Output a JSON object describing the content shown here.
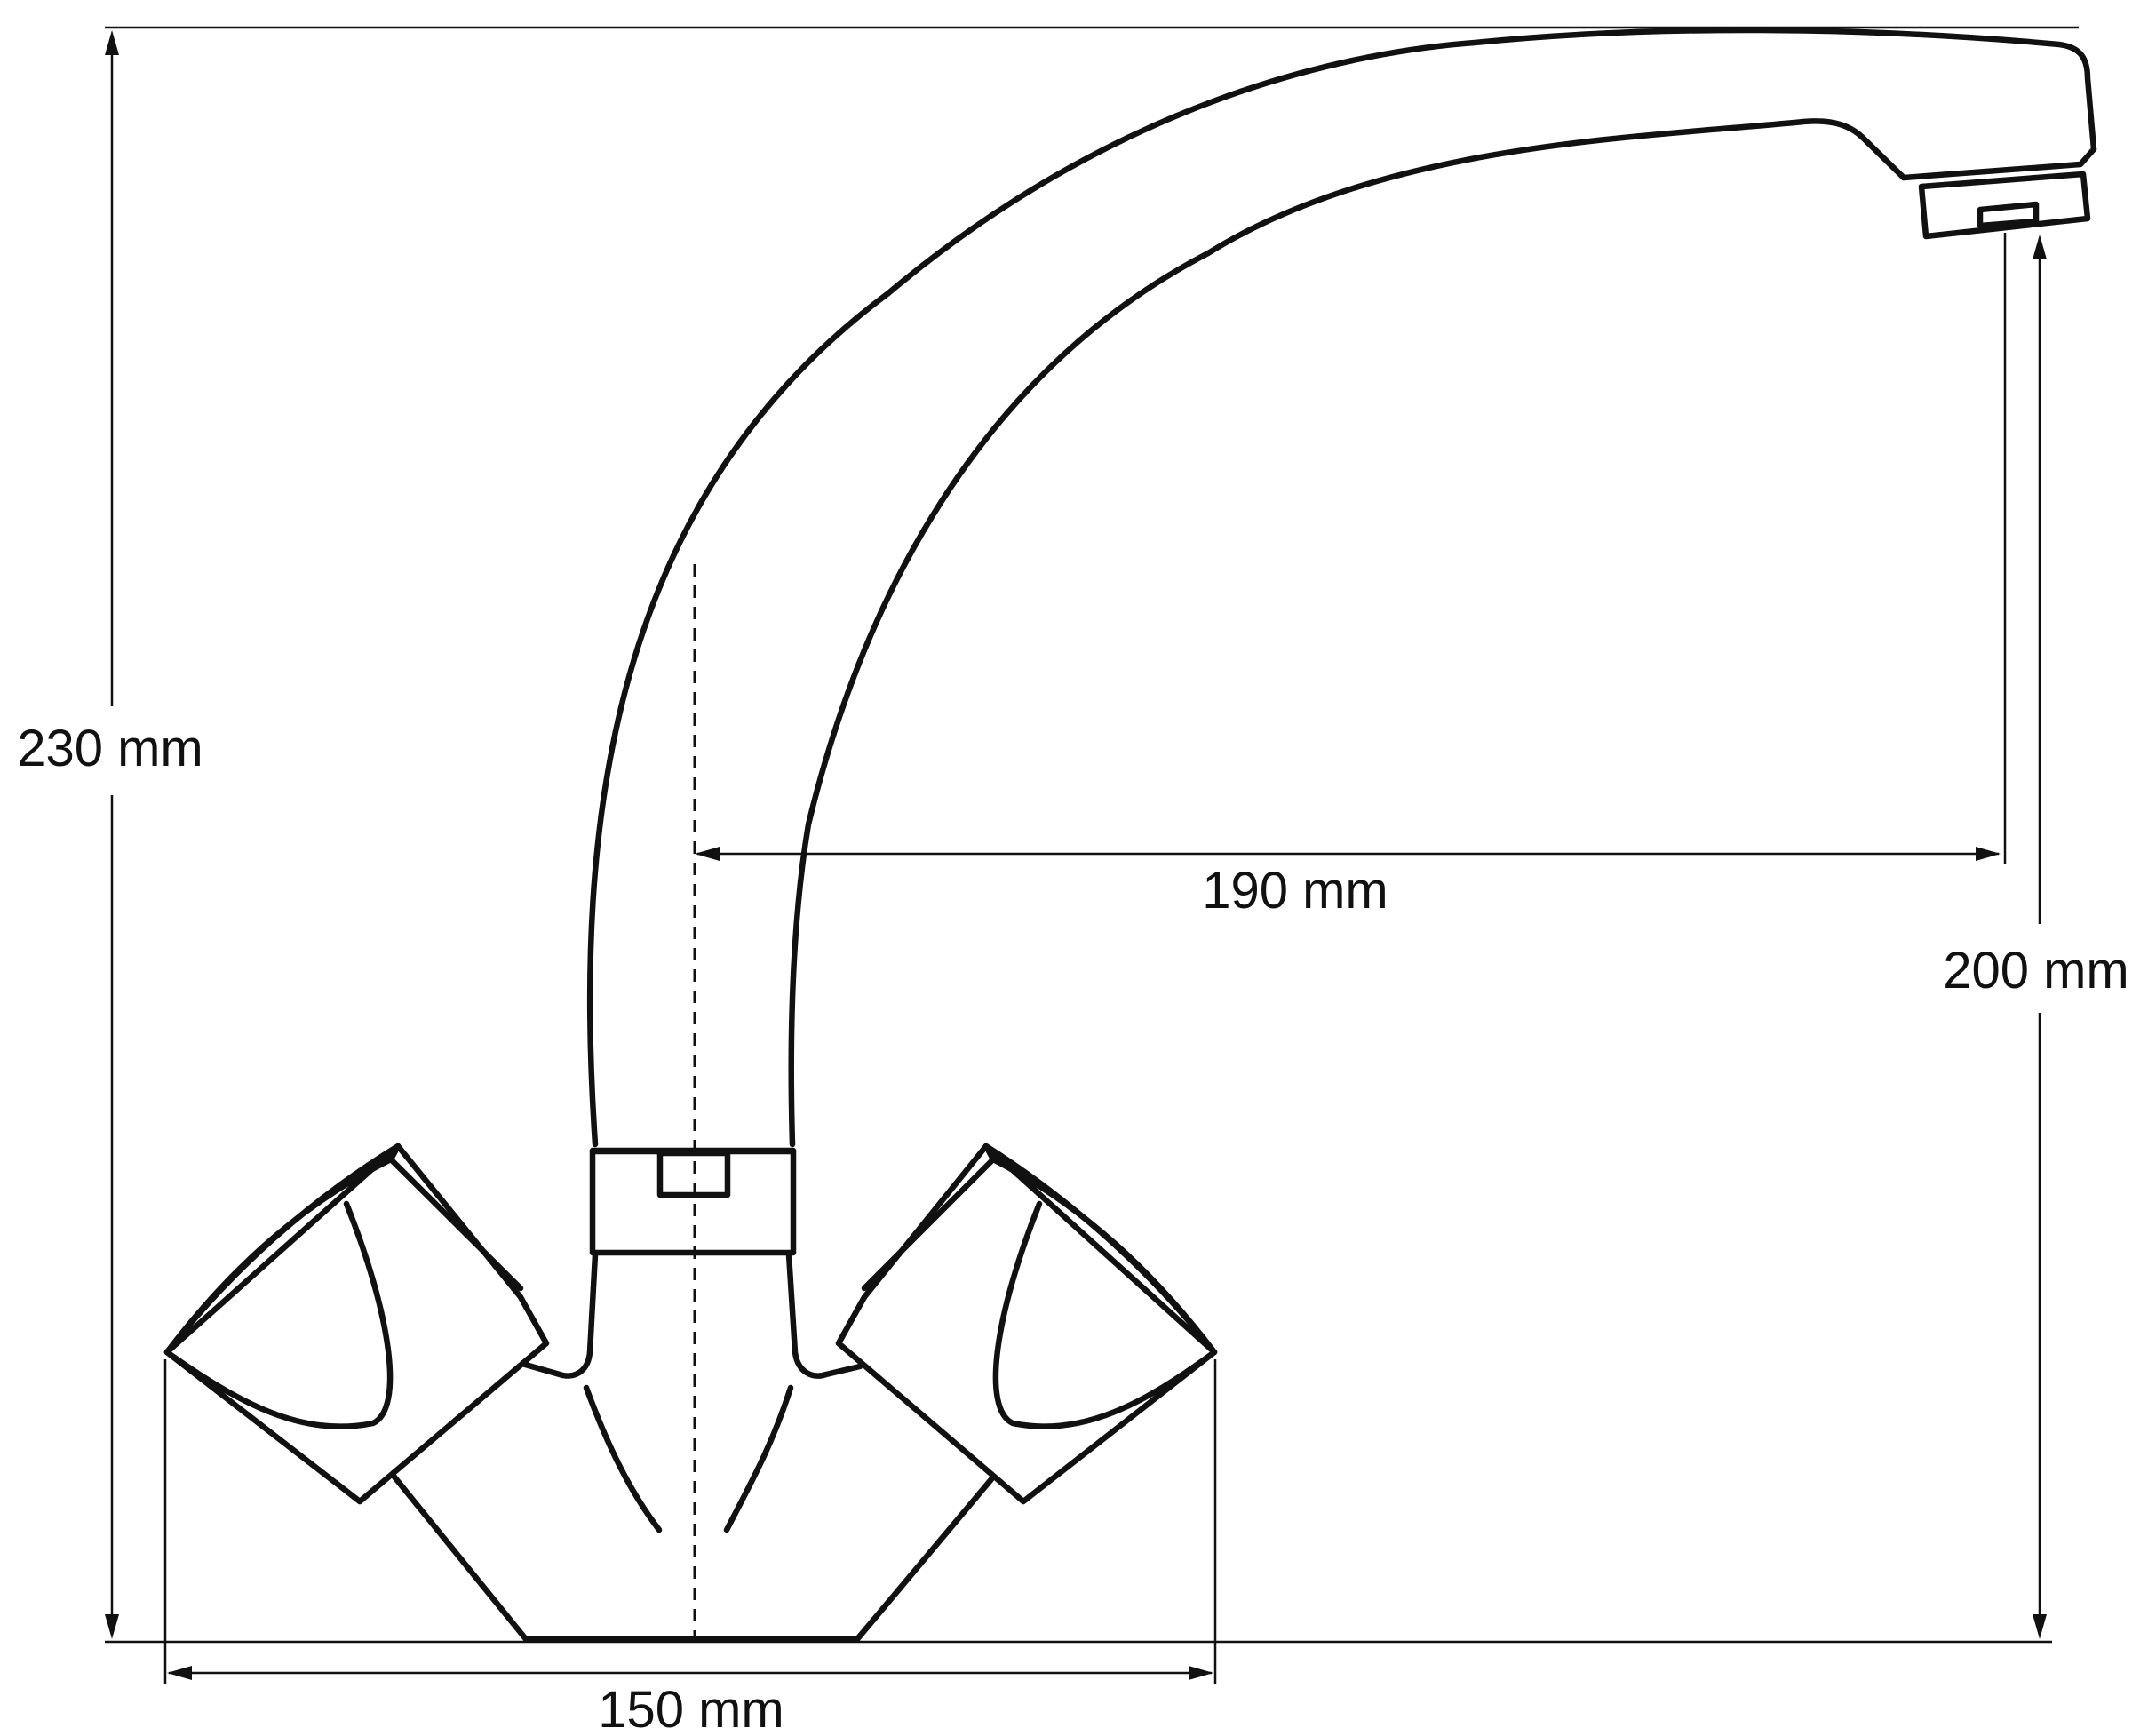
{
  "dimensions": {
    "total_height": "230 mm",
    "spout_reach": "190 mm",
    "spout_height": "200 mm",
    "base_width": "150 mm"
  },
  "colors": {
    "line": "#111111",
    "background": "#ffffff"
  }
}
